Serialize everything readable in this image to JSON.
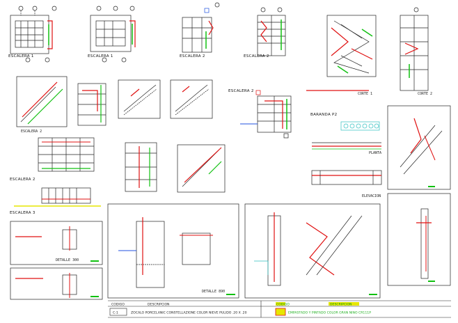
{
  "drawing": {
    "titles": {
      "escalera_1a": "ESCALERA 1",
      "escalera_1b": "ESCALERA 1",
      "escalera_2a": "ESCALERA 2",
      "escalera_2b": "ESCALERA 2",
      "escalera_2c": "ESCALERA 2",
      "escalera_2d": "ESCALERA 2",
      "escalera_3": "ESCALERA 3",
      "baranda": "BARANDA P2",
      "detalle_a": "DETALLE 300",
      "detalle_b": "DETALLE 890",
      "corte_1": "CORTE 1",
      "corte_2": "CORTE 2",
      "planta": "PLANTA",
      "elevacion": "ELEVACION"
    },
    "legend": {
      "col1_header": "CODIGO",
      "col2_header": "DESCRIPCION",
      "row1_code": "C-1",
      "row1_text": "ZOCALO PORCELANIC CONSTELLAZIONE COLOR NIEVE PULIDO .20 X .20",
      "col3_header": "CODIGO",
      "col4_header": "DESCRIPCION",
      "row2_text": "EMPASTADO Y PINTADO COLOR GRAN NINO CR111P"
    },
    "colors": {
      "line": "#222222",
      "red": "#e01010",
      "green": "#10c010",
      "yellow": "#e6e600",
      "blue": "#2050e0",
      "cyan": "#30c0c0"
    }
  }
}
